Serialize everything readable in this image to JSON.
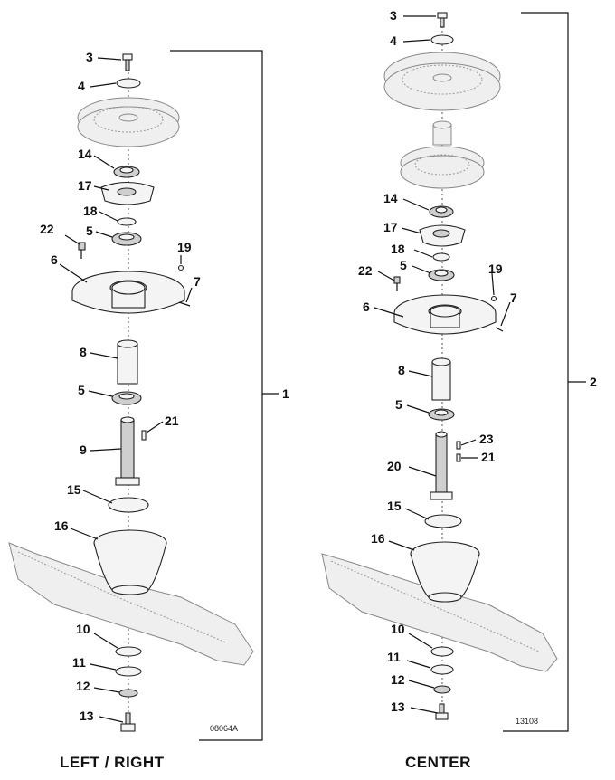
{
  "assemblies": [
    {
      "id": "left-right",
      "caption": "LEFT / RIGHT",
      "figure_code": "08064A",
      "assembly_callout": "1",
      "parts": [
        "3",
        "4",
        "14",
        "17",
        "18",
        "22",
        "5",
        "19",
        "6",
        "7",
        "8",
        "5",
        "21",
        "9",
        "15",
        "16",
        "10",
        "11",
        "12",
        "13"
      ]
    },
    {
      "id": "center",
      "caption": "CENTER",
      "figure_code": "13108",
      "assembly_callout": "2",
      "parts": [
        "3",
        "4",
        "14",
        "17",
        "18",
        "22",
        "5",
        "19",
        "6",
        "7",
        "8",
        "5",
        "23",
        "21",
        "20",
        "15",
        "16",
        "10",
        "11",
        "12",
        "13"
      ]
    }
  ]
}
